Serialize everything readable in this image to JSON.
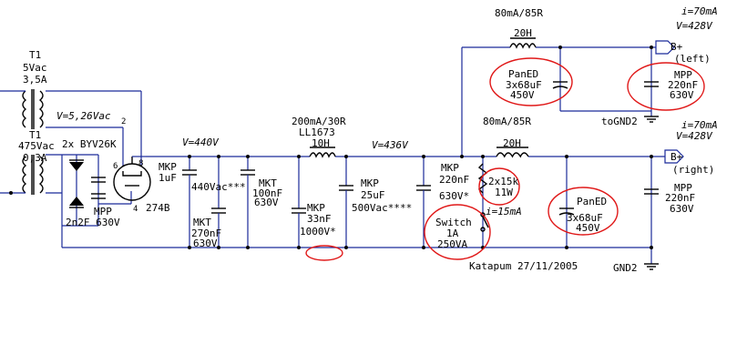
{
  "transformer": {
    "name1": "T1",
    "sec_hv": "5Vac",
    "sec_hv_current": "3,5A",
    "heater_voltage": "V=5,26Vac",
    "pin2": "2",
    "name2": "T1",
    "primary": "475Vac",
    "primary_current": "0,3A"
  },
  "rectifier": {
    "diodes": "2x BYV26K",
    "cap_type": "MPP",
    "cap_value": "2n2F 630V"
  },
  "tube": {
    "name": "274B",
    "pin6": "6",
    "pin8": "8",
    "pin4": "4"
  },
  "stage1": {
    "voltage": "V=440V",
    "cap1_type": "MKP",
    "cap1_value": "1uF",
    "cap2_value": "440Vac***",
    "cap3_type": "MKT",
    "cap3_value": "270nF",
    "cap3_rating": "630V",
    "cap4_type": "MKT",
    "cap4_value": "100nF",
    "cap4_rating": "630V"
  },
  "choke1": {
    "rating": "200mA/30R",
    "model": "LL1673",
    "value": "10H"
  },
  "stage2": {
    "cap1_type": "MKP",
    "cap1_value": "33nF",
    "cap1_rating": "1000V*",
    "voltage": "V=436V",
    "cap2_type": "MKP",
    "cap2_value": "25uF",
    "cap2_rating": "500Vac****",
    "cap3_type": "MKP",
    "cap3_value": "220nF",
    "cap3_rating": "630V*"
  },
  "left": {
    "choke_rating": "80mA/85R",
    "choke": "20H",
    "current": "i=70mA",
    "voltage": "V=428V",
    "output": "B+",
    "side": "(left)",
    "pan_type": "PanED",
    "pan_value": "3x68uF",
    "pan_rating": "450V",
    "mpp_type": "MPP",
    "mpp_value": "220nF",
    "mpp_rating": "630V",
    "ground": "toGND2"
  },
  "right": {
    "choke_rating": "80mA/85R",
    "choke": "20H",
    "current": "i=70mA",
    "voltage": "V=428V",
    "output": "B+",
    "side": "(right)",
    "bleeder": "2x15k",
    "bleeder_power": "11W",
    "bleeder_current": "i=15mA",
    "switch": "Switch",
    "switch_rating1": "1A",
    "switch_rating2": "250VA",
    "pan_type": "PanED",
    "pan_value": "3x68uF",
    "pan_rating": "450V",
    "mpp_type": "MPP",
    "mpp_value": "220nF",
    "mpp_rating": "630V",
    "ground": "GND2"
  },
  "signature": "Katapum 27/11/2005"
}
